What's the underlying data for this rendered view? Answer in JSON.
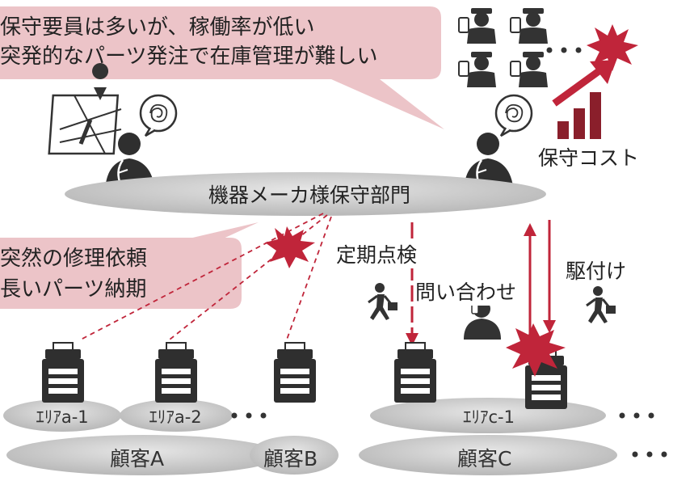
{
  "bubble_top": {
    "line1": "保守要員は多いが、稼働率が低い",
    "line2": "突発的なパーツ発注で在庫管理が難しい"
  },
  "bubble_left": {
    "line1": "突然の修理依頼",
    "line2": "長いパーツ納期"
  },
  "department_label": "機器メーカ様保守部門",
  "cost_label": "保守コスト",
  "arrow_labels": {
    "periodic": "定期点検",
    "inquiry": "問い合わせ",
    "dispatch": "駆付け"
  },
  "areas": {
    "a1": "ｴﾘｱa-1",
    "a2": "ｴﾘｱa-2",
    "c1": "ｴﾘｱc-1"
  },
  "customers": {
    "a": "顧客A",
    "b": "顧客B",
    "c": "顧客C"
  },
  "ellipsis": "・・・",
  "colors": {
    "accent_red": "#c0253a",
    "bubble_fill": "#ecc4c8",
    "disk_gray": "#c9c9c9",
    "dark": "#3a3a3a"
  }
}
